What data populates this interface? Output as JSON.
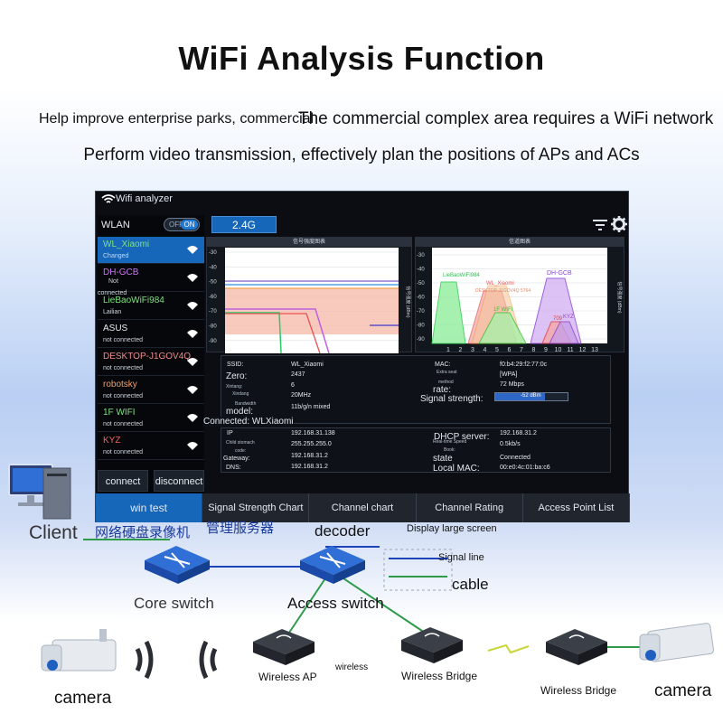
{
  "header": {
    "title": "WiFi Analysis Function",
    "subtitle_line1_left": "Help improve enterprise parks, commercial",
    "subtitle_line1_right": "The commercial complex area requires a WiFi network",
    "subtitle_line2": "Perform video transmission, effectively plan the positions of APs and ACs"
  },
  "app": {
    "title": "Wifi analyzer",
    "wlan_label": "WLAN",
    "toggle_off": "OFF",
    "toggle_on": "ON",
    "band": "2.4G",
    "networks": [
      {
        "name": "WL_Xiaomi",
        "status": "Changed",
        "color": "#7fe07f",
        "selected": true
      },
      {
        "name": "DH-GCB",
        "status": "Not",
        "status2": "connected",
        "color": "#c978f0",
        "selected": false
      },
      {
        "name": "LieBaoWiFi984",
        "status": "Lailian",
        "color": "#7fe07f",
        "selected": false
      },
      {
        "name": "ASUS",
        "status": "not connected",
        "color": "#e6ebf2",
        "selected": false
      },
      {
        "name": "DESKTOP-J1GOV4Q",
        "status": "not connected",
        "color": "#f08c8c",
        "selected": false
      },
      {
        "name": "robotsky",
        "status": "not connected",
        "color": "#f0a070",
        "selected": false
      },
      {
        "name": "1F WIFI",
        "status": "not connected",
        "color": "#7fe07f",
        "selected": false
      },
      {
        "name": "KYZ",
        "status": "not connected",
        "color": "#f06060",
        "selected": false
      }
    ],
    "connect_label": "connect",
    "disconnect_label": "disconnect",
    "connected_to": "Connected: WLXiaomi",
    "tabs": [
      "win test",
      "Signal Strength Chart",
      "Channel chart",
      "Channel Rating",
      "Access Point List"
    ],
    "signal_chart_title": "信号强度图表",
    "channel_chart_title": "信道图表",
    "y_ticks": [
      "-30",
      "-40",
      "-50",
      "-60",
      "-70",
      "-80",
      "-90"
    ],
    "channel_ticks": [
      "1",
      "2",
      "3",
      "4",
      "5",
      "6",
      "7",
      "8",
      "9",
      "10",
      "11",
      "12",
      "13"
    ],
    "y_axis_label": "信号强度 (dBm)",
    "channel_labels": {
      "liebao": "LieBaoWiFi984",
      "xiaomi": "WL_Xiaomi",
      "desktop": "DESKTOP-J1GOV4Q 5764",
      "dhgcb": "DH-GCB",
      "wifi1f": "1F WIFI",
      "n709": "709",
      "kyz": "KYZ"
    },
    "info": {
      "ssid_label": "SSID:",
      "ssid": "WL_Xiaomi",
      "mac_label": "MAC:",
      "mac": "f0:b4:29:f2:77:0c",
      "zero_label": "Zero:",
      "zero": "2437",
      "encrypt_label": "Extra seat",
      "encrypt": "[WPA]",
      "xintang_label": "Xintang:",
      "xintang": "6",
      "method_label": "method",
      "rate_label": "rate:",
      "rate": "72 Mbps",
      "xindang_label": "Xindang",
      "bandwidth": "20MHz",
      "signal_label": "Signal strength:",
      "signal": "-52 dBm",
      "bandwidth_label": "Bandwidth",
      "model_label": "model:",
      "model": "11b/g/n mixed",
      "ip_label": "IP",
      "ip": "192.168.31.138",
      "dhcp_label": "DHCP server:",
      "dhcp": "192.168.31.2",
      "mask_label": "Child stomach",
      "mask": "255.255.255.0",
      "speed_label": "Real-time Speed",
      "speed": "0.5kb/s",
      "code_label": "code:",
      "book_label": "Book:",
      "gateway_label": "Gateway:",
      "gateway": "192.168.31.2",
      "state_label": "state",
      "state": "Connected",
      "dns_label": "DNS:",
      "dns": "192.168.31.2",
      "localmac_label": "Local MAC:",
      "localmac": "00:e0:4c:01:ba:c6"
    }
  },
  "diagram": {
    "client": "Client",
    "nvr_cn": "网络硬盘录像机",
    "mgmt_cn": "管理服务器",
    "decoder": "decoder",
    "display": "Display large screen",
    "signal_line": "Signal line",
    "cable": "cable",
    "core_switch": "Core switch",
    "access_switch": "Access switch",
    "wireless_ap": "Wireless AP",
    "wireless": "wireless",
    "wireless_bridge": "Wireless Bridge",
    "wireless_bridge2": "Wireless Bridge",
    "camera_left": "camera",
    "camera_right": "camera"
  }
}
